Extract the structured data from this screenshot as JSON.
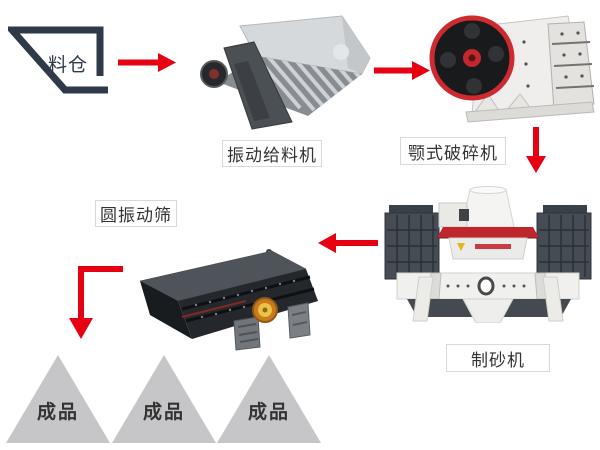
{
  "diagram": {
    "nodes": {
      "silo": {
        "label": "料仓"
      },
      "feeder": {
        "label": "振动给料机",
        "image": "vibrating-feeder"
      },
      "jaw_crusher": {
        "label": "颚式破碎机",
        "image": "jaw-crusher"
      },
      "sand_maker": {
        "label": "制砂机",
        "image": "sand-making-machine"
      },
      "screen": {
        "label": "圆振动筛",
        "image": "circular-vibrating-screen"
      },
      "products": [
        {
          "label": "成品"
        },
        {
          "label": "成品"
        },
        {
          "label": "成品"
        }
      ]
    },
    "colors": {
      "arrow_red": "#e60012",
      "silo_outline": "#2e3a48",
      "label_text": "#333333",
      "label_border": "#d9d9d9",
      "triangle_fill": "#c6c6c8",
      "triangle_text": "#333333",
      "machine_accent_red": "#c3282e",
      "machine_accent_orange": "#c87a1d"
    }
  }
}
